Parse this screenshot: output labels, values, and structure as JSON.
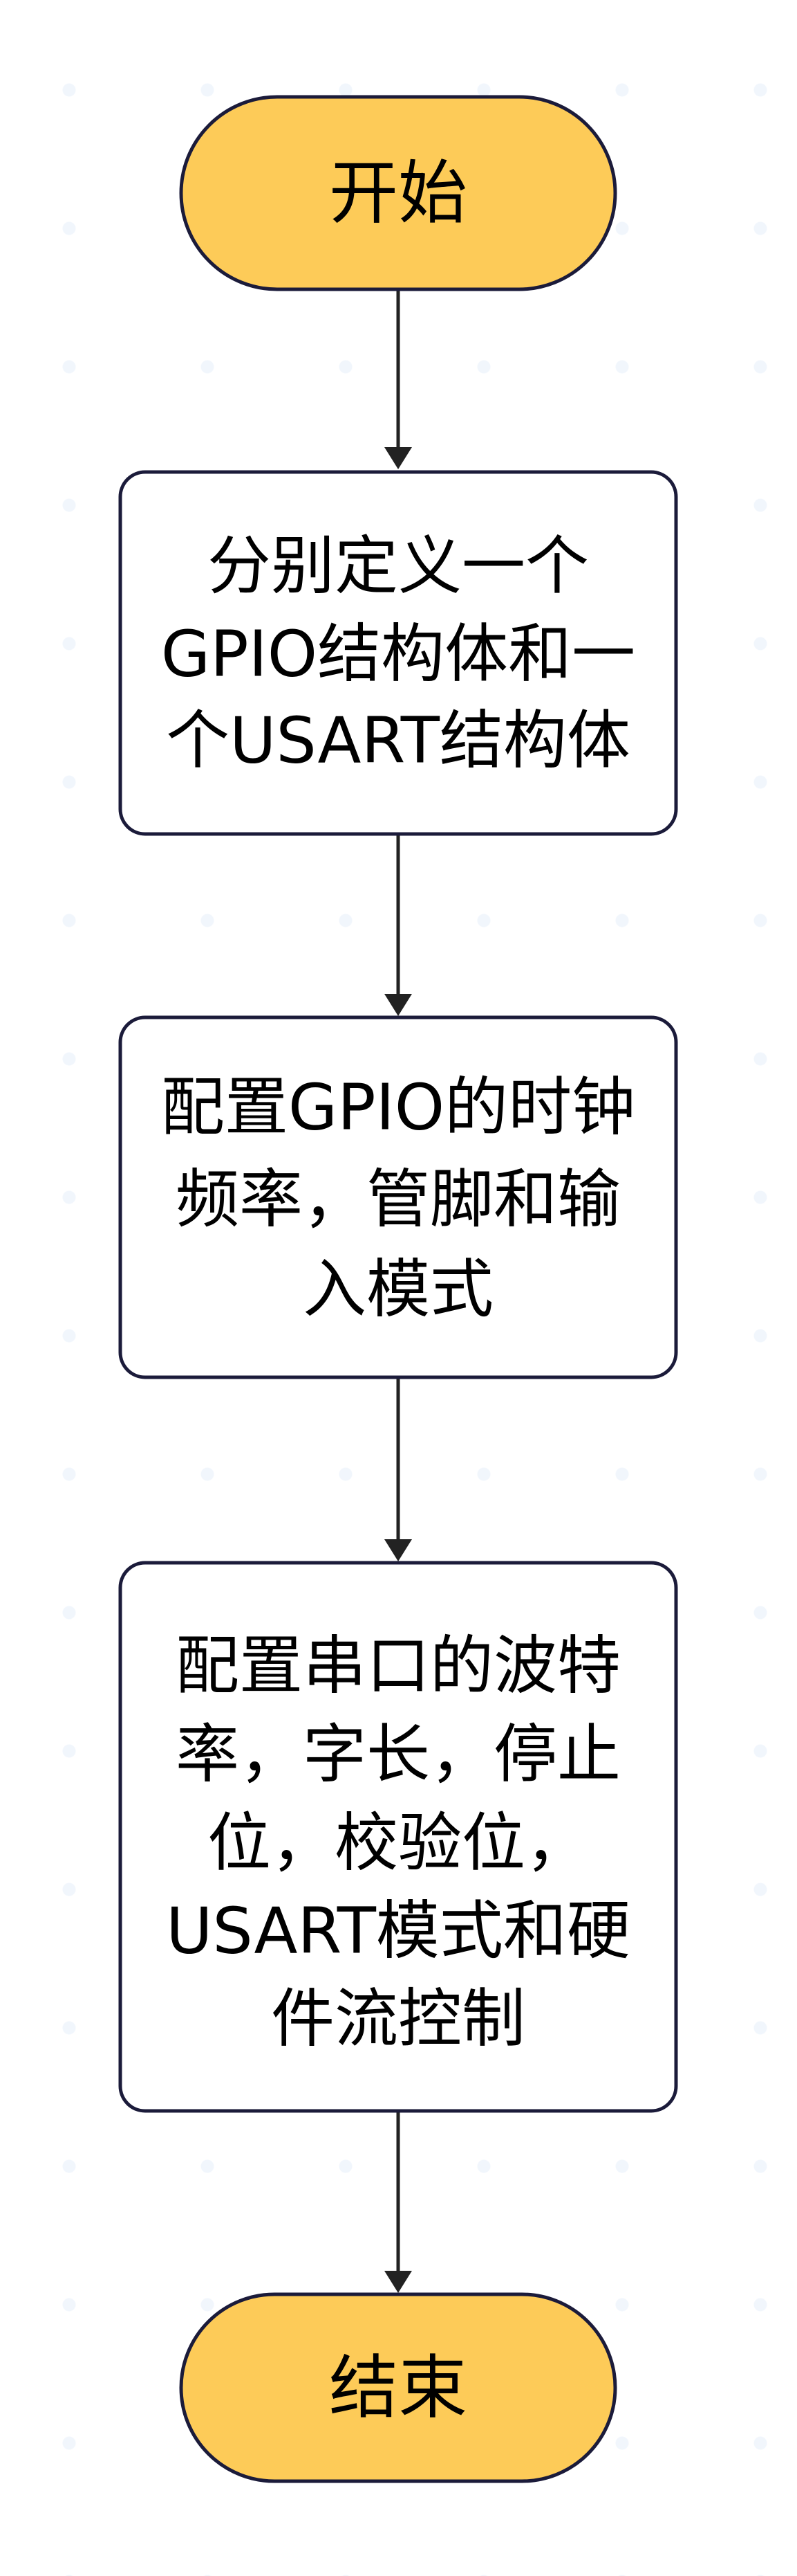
{
  "diagram": {
    "nodes": [
      {
        "id": "start",
        "shape": "terminal",
        "lines": [
          "开始"
        ]
      },
      {
        "id": "step1",
        "shape": "process",
        "lines": [
          "分别定义一个",
          "GPIO结构体和一",
          "个USART结构体"
        ]
      },
      {
        "id": "step2",
        "shape": "process",
        "lines": [
          "配置GPIO的时钟",
          "频率，管脚和输",
          "入模式"
        ]
      },
      {
        "id": "step3",
        "shape": "process",
        "lines": [
          "配置串口的波特",
          "率，字长，停止",
          "位，校验位，",
          "USART模式和硬",
          "件流控制"
        ]
      },
      {
        "id": "end",
        "shape": "terminal",
        "lines": [
          "结束"
        ]
      }
    ],
    "edges": [
      {
        "from": "start",
        "to": "step1"
      },
      {
        "from": "step1",
        "to": "step2"
      },
      {
        "from": "step2",
        "to": "step3"
      },
      {
        "from": "step3",
        "to": "end"
      }
    ],
    "colors": {
      "terminal_fill": "#FDCB58",
      "process_fill": "#FFFFFF",
      "stroke": "#1B1B3A",
      "arrow": "#222222",
      "text": "#000000",
      "background": "#FFFFFF"
    }
  }
}
